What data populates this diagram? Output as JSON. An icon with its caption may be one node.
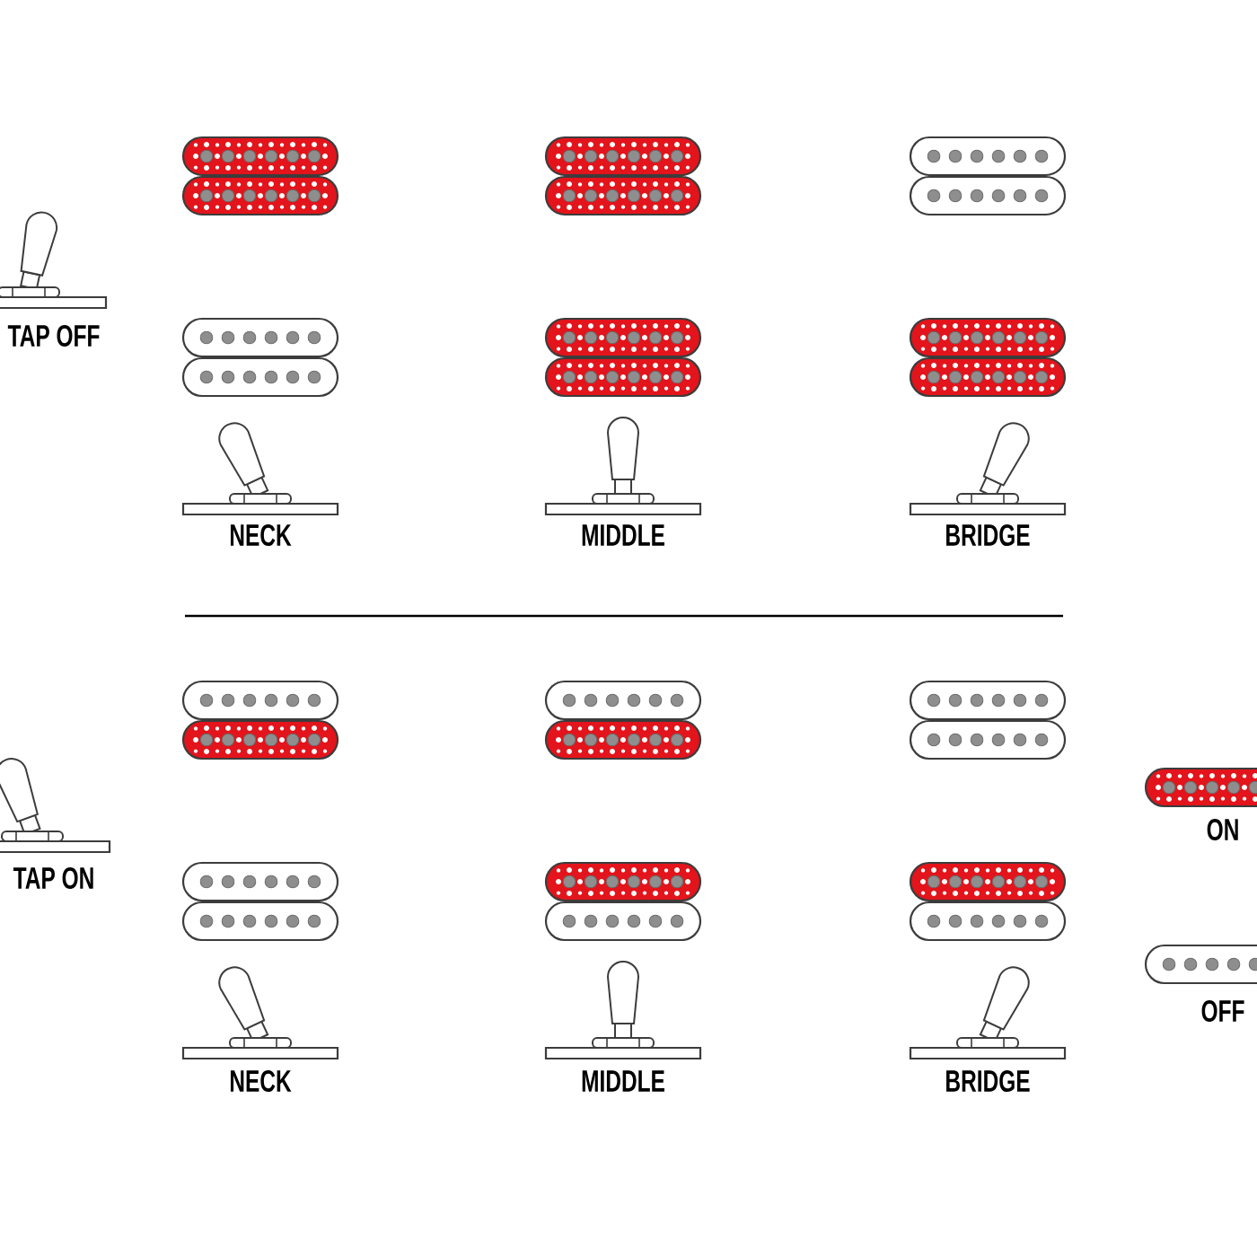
{
  "diagram": {
    "labels": [
      "TAP OFF",
      "NECK",
      "MIDDLE",
      "BRIDGE",
      "TAP ON",
      "NECK",
      "MIDDLE",
      "BRIDGE"
    ],
    "legend": [
      {
        "text": "ON",
        "color": "#e3141b"
      },
      {
        "text": "OFF"
      }
    ]
  }
}
